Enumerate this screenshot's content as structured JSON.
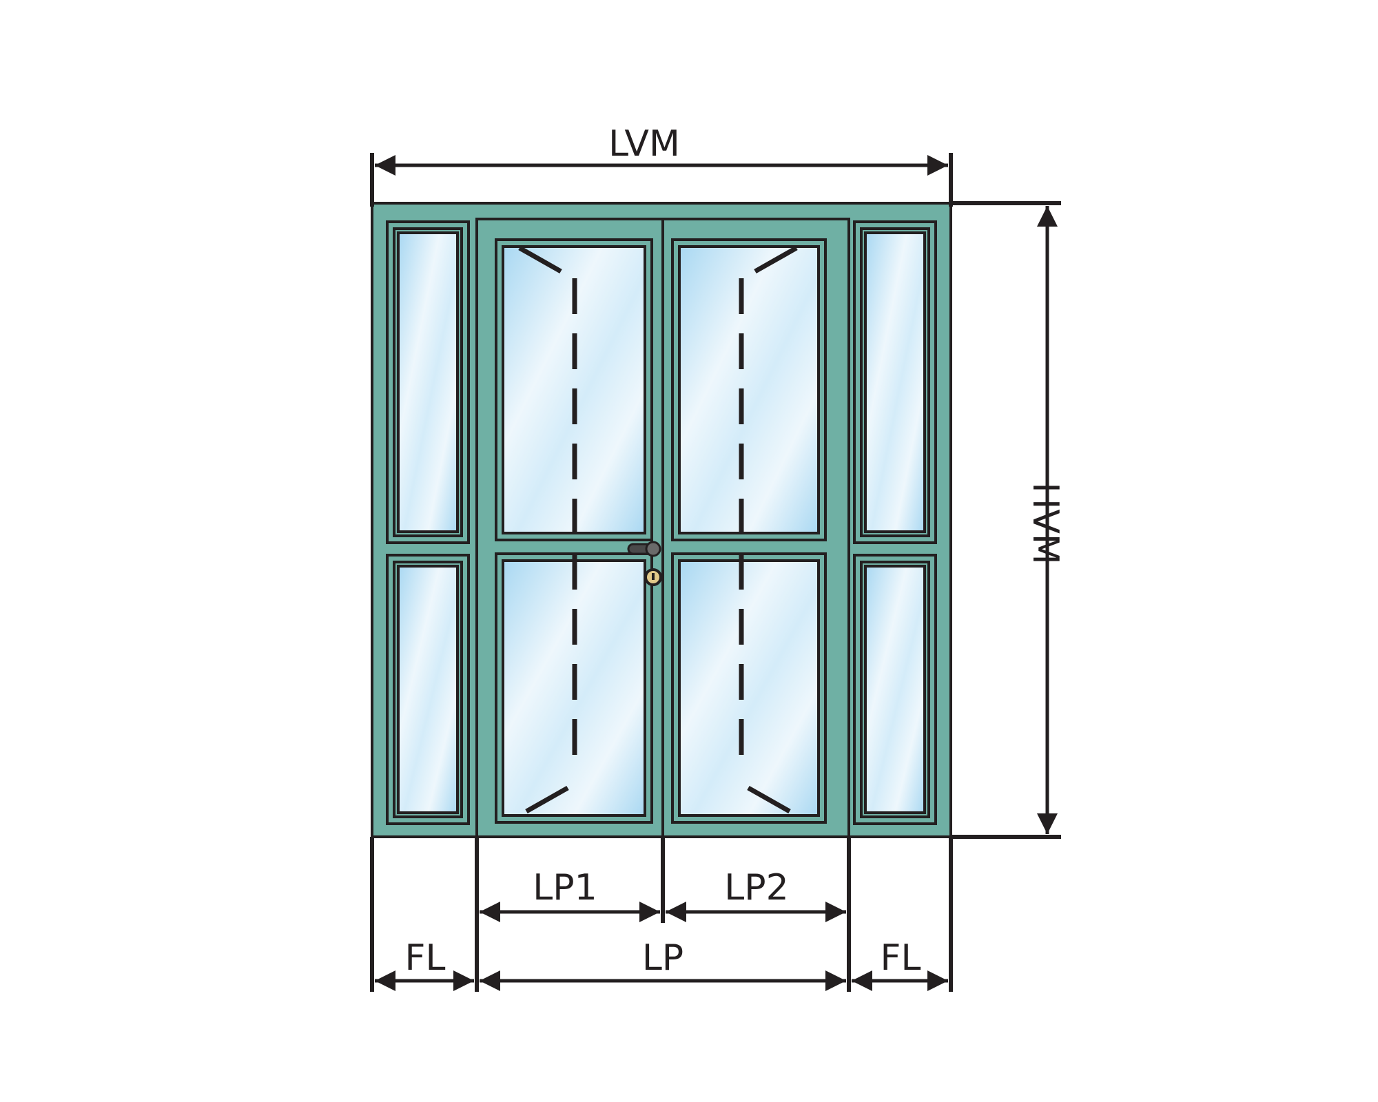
{
  "labels": {
    "overall_width": "LVM",
    "overall_height": "HVM",
    "leaf_1_width": "LP1",
    "leaf_2_width": "LP2",
    "door_width": "LP",
    "left_sidelight_width": "FL",
    "right_sidelight_width": "FL"
  },
  "colors": {
    "frame": "#6fb0a4",
    "outline": "#231f20",
    "glass_light": "#eef7fc",
    "glass_blue": "#a9d8f2"
  }
}
